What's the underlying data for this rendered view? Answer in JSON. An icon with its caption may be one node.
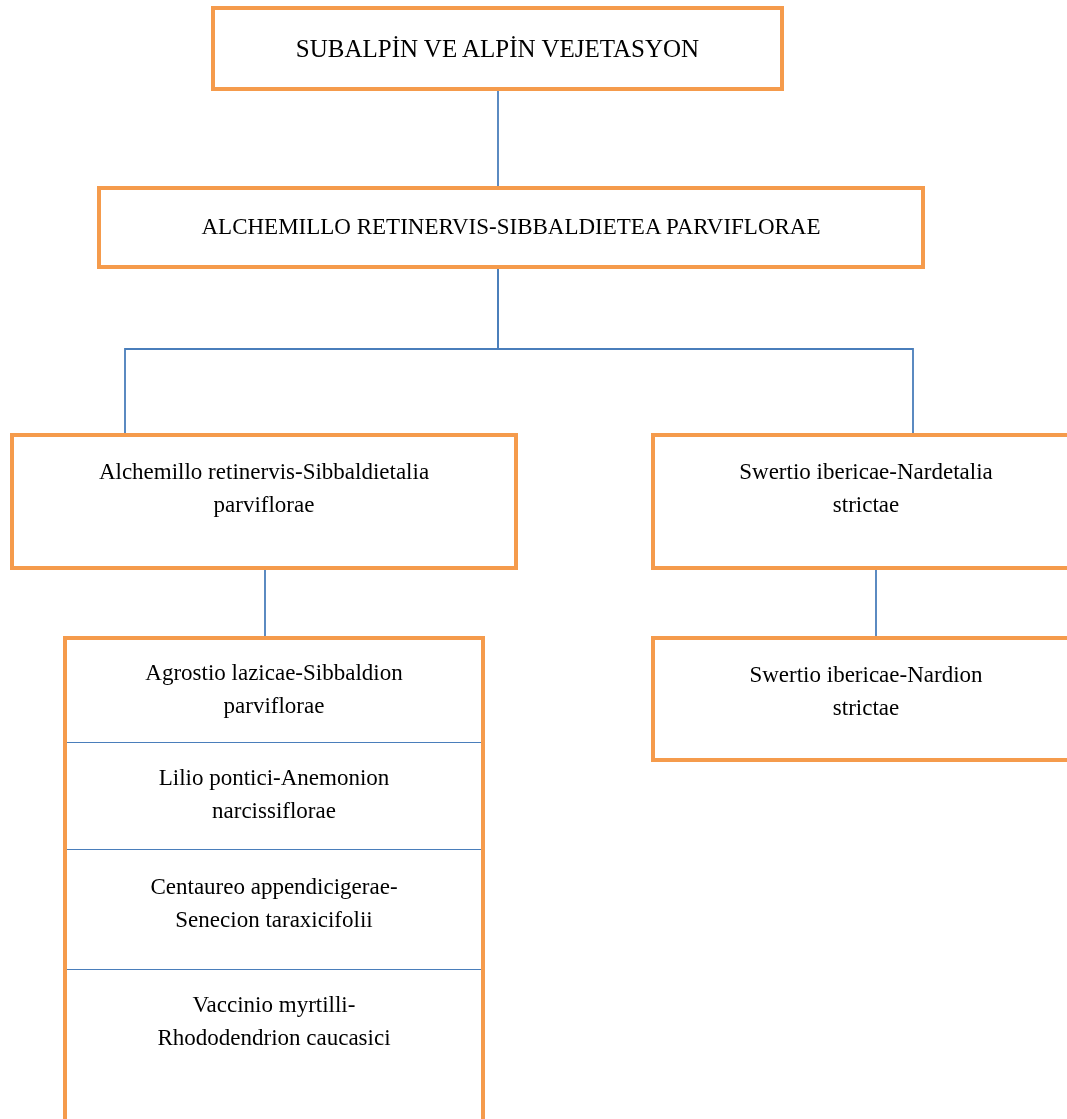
{
  "diagram": {
    "nodes": [
      {
        "text": [
          "SUBALPİN VE ALPİN VEJETASYON"
        ]
      },
      {
        "text": [
          "ALCHEMILLO RETINERVIS-SIBBALDIETEA PARVIFLORAE"
        ]
      },
      {
        "text": [
          "Alchemillo retinervis-Sibbaldietalia parviflorae"
        ]
      },
      {
        "text": [
          "Swertio ibericae-Nardetalia strictae"
        ]
      },
      {
        "text": [],
        "shape": "box"
      },
      {
        "text": [
          "Agrostio lazicae-Sibbaldion parviflorae"
        ],
        "in": 4
      },
      {
        "text": [
          "Lilio pontici-Anemonion narcissiflorae"
        ],
        "in": 4
      },
      {
        "text": [
          "Centaureo appendicigerae-Senecion taraxicifolii"
        ],
        "in": 4
      },
      {
        "text": [
          "Vaccinio myrtilli-Rhododendrion caucasici"
        ],
        "in": 4
      },
      {
        "text": [
          "Swertio ibericae-Nardion strictae"
        ]
      }
    ],
    "edges": [
      {
        "from": 0,
        "to": 1,
        "arrow": "none"
      },
      {
        "from": 1,
        "to": 2,
        "arrow": "none"
      },
      {
        "from": 1,
        "to": 3,
        "arrow": "none"
      },
      {
        "from": 2,
        "to": 4,
        "arrow": "none"
      },
      {
        "from": 3,
        "to": 9,
        "arrow": "none"
      }
    ]
  }
}
